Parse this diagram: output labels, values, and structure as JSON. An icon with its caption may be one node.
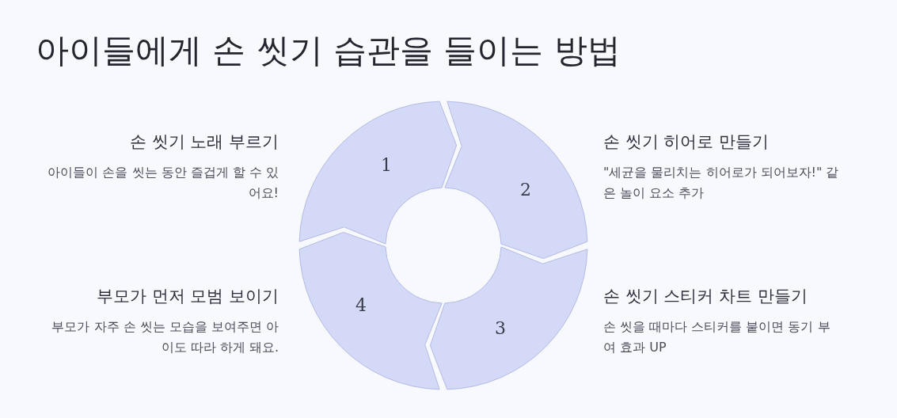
{
  "diagram": {
    "title": "아이들에게 손 씻기 습관을 들이는 방법",
    "nodes": [
      {
        "text": [
          "1"
        ],
        "beside": [
          "손 씻기 노래 부르기",
          "아이들이 손을 씻는 동안 즐겁게 할 수 있어요!"
        ]
      },
      {
        "text": [
          "2"
        ],
        "beside": [
          "손 씻기 히어로 만들기",
          "\"세균을 물리치는 히어로가 되어보자!\" 같은 놀이 요소 추가"
        ]
      },
      {
        "text": [
          "3"
        ],
        "beside": [
          "손 씻기 스티커 차트 만들기",
          "손 씻을 때마다 스티커를 붙이면 동기 부여 효과 UP"
        ]
      },
      {
        "text": [
          "4"
        ],
        "beside": [
          "부모가 먼저 모범 보이기",
          "부모가 자주 손 씻는 모습을 보여주면 아이도 따라 하게 돼요."
        ]
      }
    ]
  }
}
